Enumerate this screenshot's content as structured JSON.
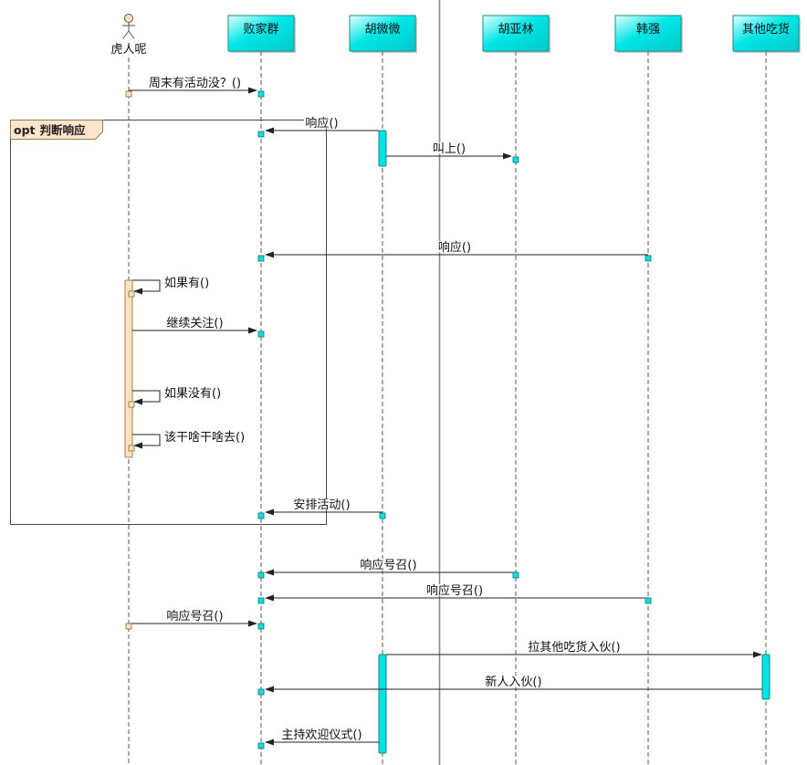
{
  "participants": [
    {
      "name": "虎人呢",
      "icon": "stick-figure-actor-icon"
    },
    {
      "name": "败家群"
    },
    {
      "name": "胡微微"
    },
    {
      "name": "胡亚林"
    },
    {
      "name": "韩强"
    },
    {
      "name": "其他吃货"
    }
  ],
  "fragment": {
    "operator": "opt",
    "guard": "判断响应"
  },
  "messages": [
    {
      "from": 0,
      "to": 1,
      "label": "周末有活动没？()"
    },
    {
      "from": 2,
      "to": 1,
      "label": "响应()"
    },
    {
      "from": 2,
      "to": 3,
      "label": "叫上()"
    },
    {
      "from": 4,
      "to": 1,
      "label": "响应()"
    },
    {
      "from": 0,
      "to": 0,
      "label": "如果有()"
    },
    {
      "from": 0,
      "to": 1,
      "label": "继续关注()"
    },
    {
      "from": 0,
      "to": 0,
      "label": "如果没有()"
    },
    {
      "from": 0,
      "to": 0,
      "label": "该干啥干啥去()"
    },
    {
      "from": 2,
      "to": 1,
      "label": "安排活动()"
    },
    {
      "from": 3,
      "to": 1,
      "label": "响应号召()"
    },
    {
      "from": 4,
      "to": 1,
      "label": "响应号召()"
    },
    {
      "from": 0,
      "to": 1,
      "label": "响应号召()"
    },
    {
      "from": 2,
      "to": 5,
      "label": "拉其他吃货入伙()"
    },
    {
      "from": 5,
      "to": 1,
      "label": "新人入伙()"
    },
    {
      "from": 2,
      "to": 1,
      "label": "主持欢迎仪式()"
    }
  ],
  "colors": {
    "lifeline_box": "#00E6E6",
    "activation": "#00E3E3",
    "actor_activation": "#FCE3BE",
    "fragment_tab": "#FDE6CB",
    "arrow": "#222222",
    "divider": "#8A8A8A"
  }
}
